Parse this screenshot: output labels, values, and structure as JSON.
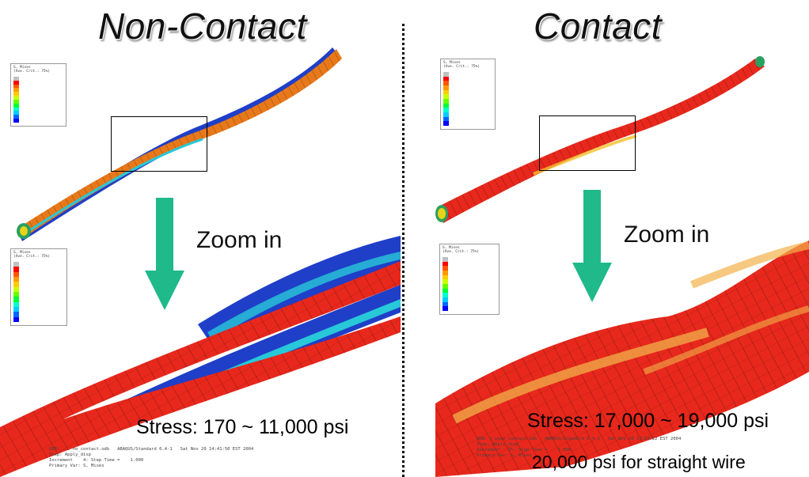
{
  "left": {
    "title": "Non-Contact",
    "zoom_label": "Zoom in",
    "stress_label": "Stress: 170 ~ 11,000 psi",
    "legend_header": "S, Mises\n(Ave. Crit.: 75%)",
    "footer": "ODB: ..._no_contact.odb   ABAQUS/Standard 6.4-1   Sat Nov 20 14:41:50 EST 2004\nStep: Apply_disp\nIncrement    4: Step Time =    1.000\nPrimary Var: S, Mises"
  },
  "right": {
    "title": "Contact",
    "zoom_label": "Zoom in",
    "stress_label": "Stress: 17,000 ~ 19,000 psi",
    "note": "20,000 psi for straight wire",
    "legend_header": "S, Mises\n(Ave. Crit.: 75%)",
    "footer": "ODB: 3_wire_contact.odb   ABAQUS/Standard 6.4-1   Sat Nov 20 17:19:22 EST 2004\nStep: Apply_disp\nIncrement   15: Step Time =    1.000\nPrimary Var: S, Mises"
  },
  "colors": {
    "arrow": "#1fb98a",
    "red": "#e8281c",
    "orange": "#e8791a",
    "yellow": "#f2c12e",
    "blue": "#1f3fc8",
    "cyan": "#28c8d8"
  },
  "legend_scale": [
    "#c0c0c0",
    "#ff0000",
    "#ff5500",
    "#ff9900",
    "#ffcc00",
    "#ccff00",
    "#66ff00",
    "#00ff33",
    "#00ffcc",
    "#00ccff",
    "#0066ff",
    "#0000ff"
  ]
}
